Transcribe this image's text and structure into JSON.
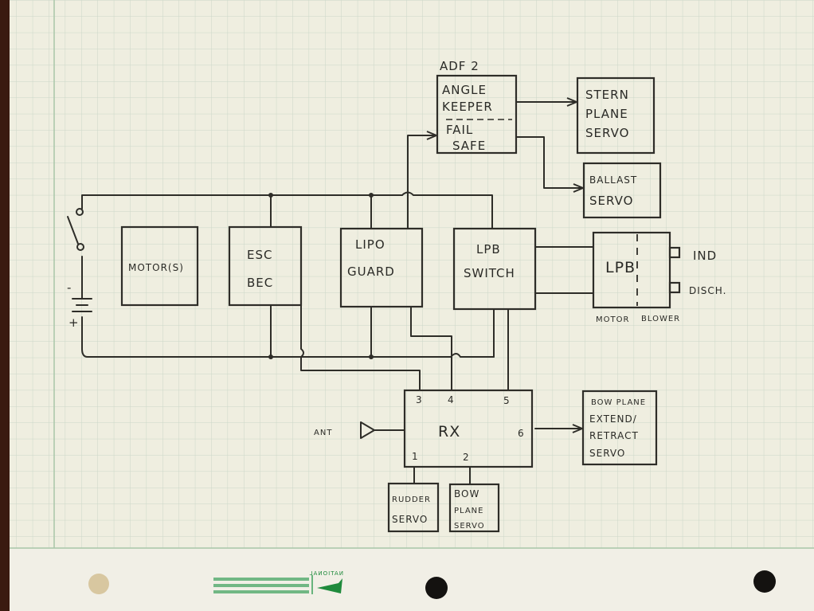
{
  "adf": {
    "title": "ADF 2",
    "line1": "ANGLE",
    "line2": "KEEPER",
    "line3": "FAIL",
    "line4": "SAFE"
  },
  "stern_servo": {
    "line1": "STERN",
    "line2": "PLANE",
    "line3": "SERVO"
  },
  "ballast_servo": {
    "line1": "BALLAST",
    "line2": "SERVO"
  },
  "motor": {
    "label": "MOTOR(S)"
  },
  "esc": {
    "line1": "ESC",
    "line2": "BEC"
  },
  "lipo": {
    "line1": "LIPO",
    "line2": "GUARD"
  },
  "lpb_switch": {
    "line1": "LPB",
    "line2": "SWITCH"
  },
  "lpb": {
    "label": "LPB",
    "ind": "IND",
    "disch": "DISCH.",
    "caption_left": "MOTOR",
    "caption_right": "BLOWER"
  },
  "battery": {
    "minus": "-",
    "plus": "+"
  },
  "rx": {
    "label": "RX",
    "pins": [
      "1",
      "2",
      "3",
      "4",
      "5",
      "6"
    ]
  },
  "antenna": {
    "label": "ANT"
  },
  "bow_extend_servo": {
    "line1": "BOW PLANE",
    "line2": "EXTEND/",
    "line3": "RETRACT",
    "line4": "SERVO"
  },
  "rudder_servo": {
    "line1": "RUDDER",
    "line2": "SERVO"
  },
  "bow_plane_servo": {
    "line1": "BOW",
    "line2": "PLANE",
    "line3": "SERVO"
  },
  "paper_logo": {
    "brand": "NATIONAL"
  },
  "colors": {
    "paper": "#efeee0",
    "grid": "#c9d6c6",
    "ink": "#2e2d28",
    "logo": "#1f8a3c"
  }
}
